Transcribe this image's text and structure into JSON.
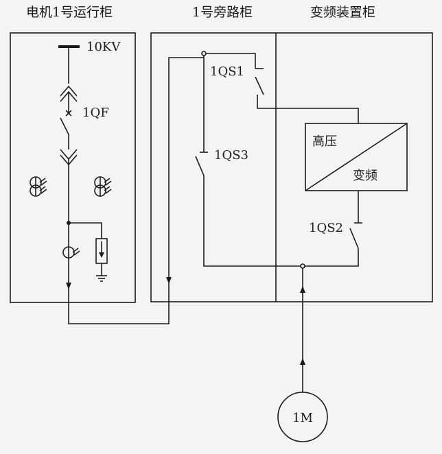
{
  "headers": {
    "motor_cabinet": "电机1号运行柜",
    "bypass_cabinet": "1号旁路柜",
    "vfd_cabinet": "变频装置柜"
  },
  "labels": {
    "voltage": "10KV",
    "breaker": "1QF",
    "qs1": "1QS1",
    "qs2": "1QS2",
    "qs3": "1QS3",
    "vfd_top": "高压",
    "vfd_bottom": "变频",
    "motor": "1M"
  }
}
